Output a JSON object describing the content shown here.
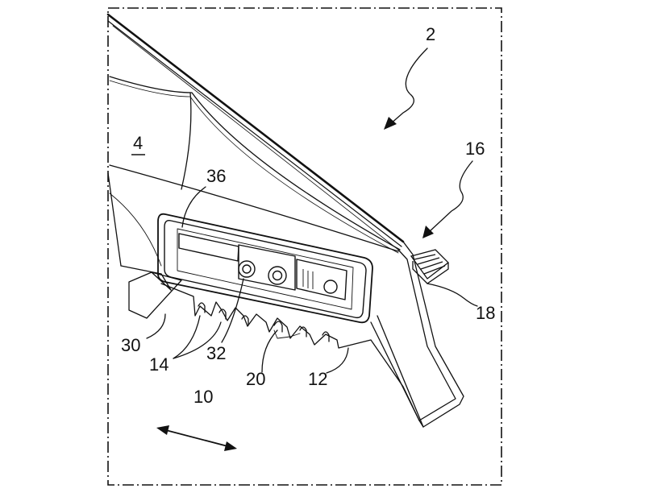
{
  "figure": {
    "reference_numerals": {
      "n2": "2",
      "n4": "4",
      "n10": "10",
      "n12": "12",
      "n14": "14",
      "n16": "16",
      "n18": "18",
      "n20": "20",
      "n30": "30",
      "n32": "32",
      "n36": "36"
    }
  }
}
